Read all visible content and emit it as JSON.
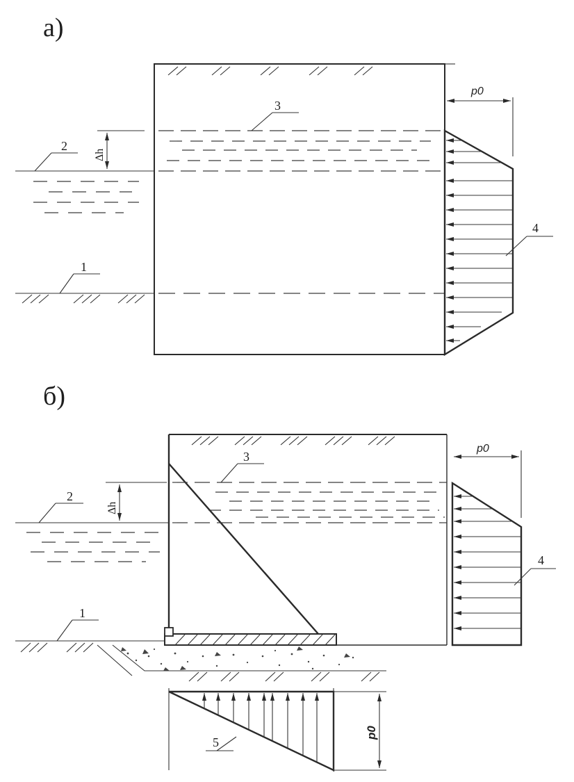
{
  "panel_a": {
    "label": "а)",
    "ground_label": "1",
    "tailwater_label": "2",
    "headwater_label": "3",
    "pressure_diagram_label": "4",
    "delta_h": "Δh",
    "p0": "p0"
  },
  "panel_b": {
    "label": "б)",
    "ground_label": "1",
    "tailwater_label": "2",
    "headwater_label": "3",
    "pressure_diagram_label": "4",
    "uplift_diagram_label": "5",
    "delta_h": "Δh",
    "p0_top": "p0",
    "p0_side": "p0"
  }
}
